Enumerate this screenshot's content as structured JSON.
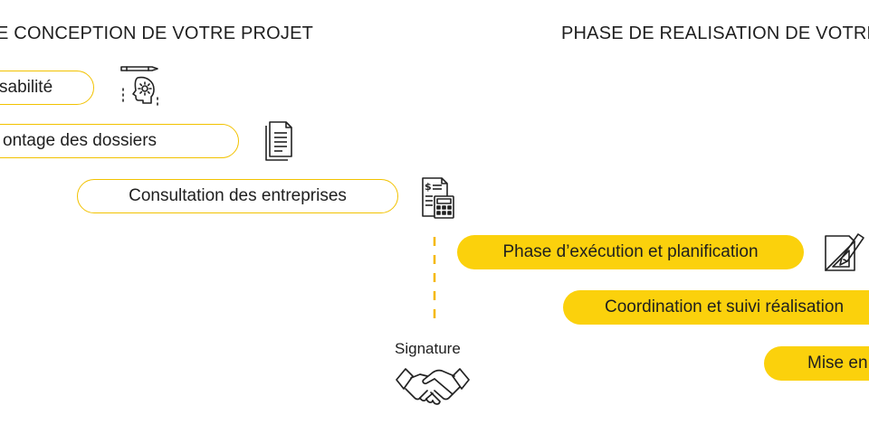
{
  "phases": {
    "conception_title": "E CONCEPTION DE VOTRE PROJET",
    "realisation_title": "PHASE DE REALISATION DE VOTRE"
  },
  "steps": {
    "faisabilite": "sabilité",
    "montage": "ontage des dossiers",
    "consultation": "Consultation des entreprises",
    "execution": "Phase d’exécution et planification",
    "coordination": "Coordination et suivi réalisation",
    "mise": "Mise en"
  },
  "signature": {
    "label": "Signature"
  },
  "colors": {
    "accent": "#fbd10c",
    "outline": "#f2c200",
    "dashed": "#f5b800"
  },
  "icons": {
    "faisabilite": "head-gear-pencil-icon",
    "montage": "documents-icon",
    "consultation": "invoice-calculator-icon",
    "execution": "drafting-tools-icon",
    "signature": "handshake-icon"
  }
}
